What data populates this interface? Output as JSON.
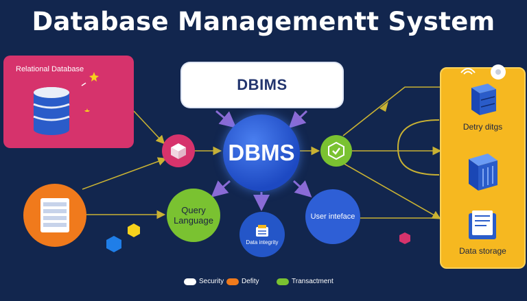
{
  "title": "Database Managementt System",
  "relational_panel": {
    "label": "Relational Database",
    "color": "#d6336c"
  },
  "top_box": {
    "label": "DBIMS"
  },
  "center": {
    "label": "DBMS"
  },
  "query_node": {
    "label": "Query\nLanguage",
    "color": "#7ac231"
  },
  "integrity_node": {
    "label": "Data integrity",
    "color": "#2456c8"
  },
  "user_interface_node": {
    "label": "User inteface",
    "color": "#2e5fd6"
  },
  "storage_panel": {
    "label_top": "Detry ditgs",
    "label_bottom": "Data storage",
    "color": "#f6b820"
  },
  "icons": [
    "database-icon",
    "cube-icon",
    "checkmark-icon",
    "server-icon",
    "shield-icon",
    "wifi-icon",
    "disc-icon"
  ],
  "legend": [
    {
      "label": "Security",
      "color": "#ffffff"
    },
    {
      "label": "Defity",
      "color": "#f07a1c"
    },
    {
      "label": "Transactment",
      "color": "#7ac231"
    }
  ],
  "colors": {
    "background": "#12264e",
    "arrow": "#c9b233",
    "center_arrow": "#8a6bd6"
  }
}
